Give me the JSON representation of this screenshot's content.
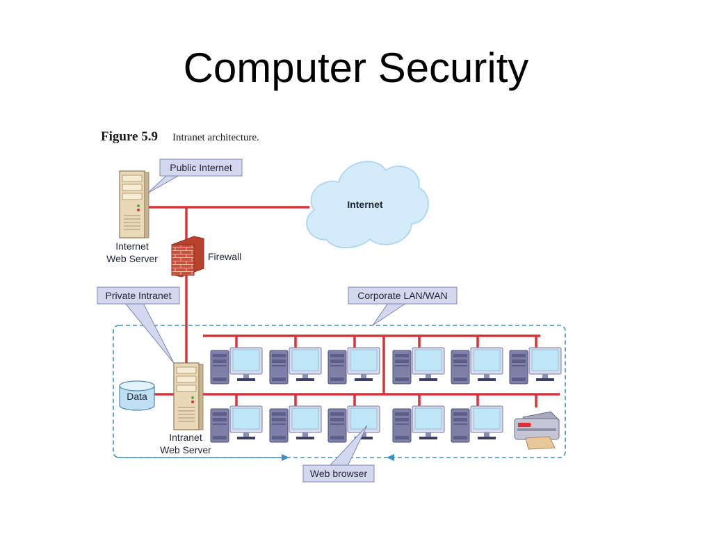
{
  "slide": {
    "title": "Computer Security"
  },
  "figure": {
    "number": "Figure 5.9",
    "caption": "Intranet architecture."
  },
  "labels": {
    "public_internet": "Public Internet",
    "internet": "Internet",
    "internet_web_server_line1": "Internet",
    "internet_web_server_line2": "Web Server",
    "firewall": "Firewall",
    "private_intranet": "Private Intranet",
    "corporate_lan_wan": "Corporate LAN/WAN",
    "data": "Data",
    "intranet_web_server_line1": "Intranet",
    "intranet_web_server_line2": "Web Server",
    "web_browser": "Web browser"
  },
  "colors": {
    "network_line": "#d7333a",
    "lan_boundary": "#3e8fc4",
    "callout_fill": "#d4d8ef",
    "cloud_fill": "#d3ebfa",
    "server_fill": "#ead9b8",
    "pc_tower": "#7f80a8",
    "monitor_screen": "#bfe6f6"
  },
  "icons": {
    "server": "server-tower-icon",
    "cloud": "cloud-icon",
    "firewall": "brick-wall-icon",
    "database": "database-cylinder-icon",
    "workstation": "desktop-computer-icon",
    "printer": "printer-icon"
  }
}
